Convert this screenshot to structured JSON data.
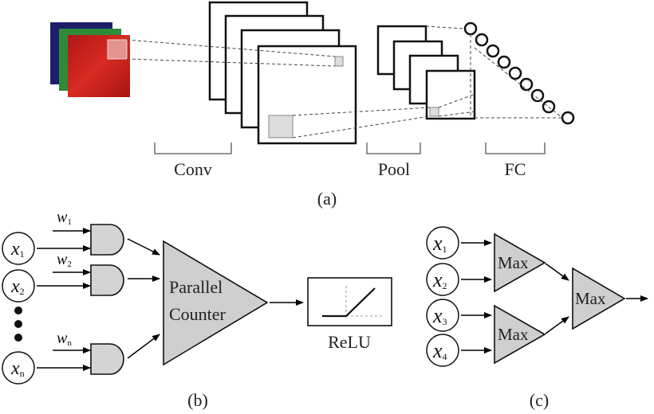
{
  "panel_a": {
    "caption": "(a)",
    "conv_label": "Conv",
    "pool_label": "Pool",
    "fc_label": "FC",
    "colors": {
      "red": "#c8201e",
      "green": "#2f8b3a",
      "blue": "#1e1f6b",
      "gray_fill": "#dddddd"
    }
  },
  "panel_b": {
    "caption": "(b)",
    "inputs": [
      {
        "var": "x",
        "sub": "1"
      },
      {
        "var": "x",
        "sub": "2"
      },
      {
        "var": "x",
        "sub": "n"
      }
    ],
    "weights": [
      {
        "var": "w",
        "sub": "1"
      },
      {
        "var": "w",
        "sub": "2"
      },
      {
        "var": "w",
        "sub": "n"
      }
    ],
    "counter_line1": "Parallel",
    "counter_line2": "Counter",
    "relu_label": "ReLU",
    "colors": {
      "gate_fill": "#d4d4d4"
    }
  },
  "panel_c": {
    "caption": "(c)",
    "inputs": [
      {
        "var": "x",
        "sub": "1"
      },
      {
        "var": "x",
        "sub": "2"
      },
      {
        "var": "x",
        "sub": "3"
      },
      {
        "var": "x",
        "sub": "4"
      }
    ],
    "max_top": "Max",
    "max_bottom": "Max",
    "max_final": "Max",
    "colors": {
      "max_fill": "#cfcfcf"
    }
  }
}
